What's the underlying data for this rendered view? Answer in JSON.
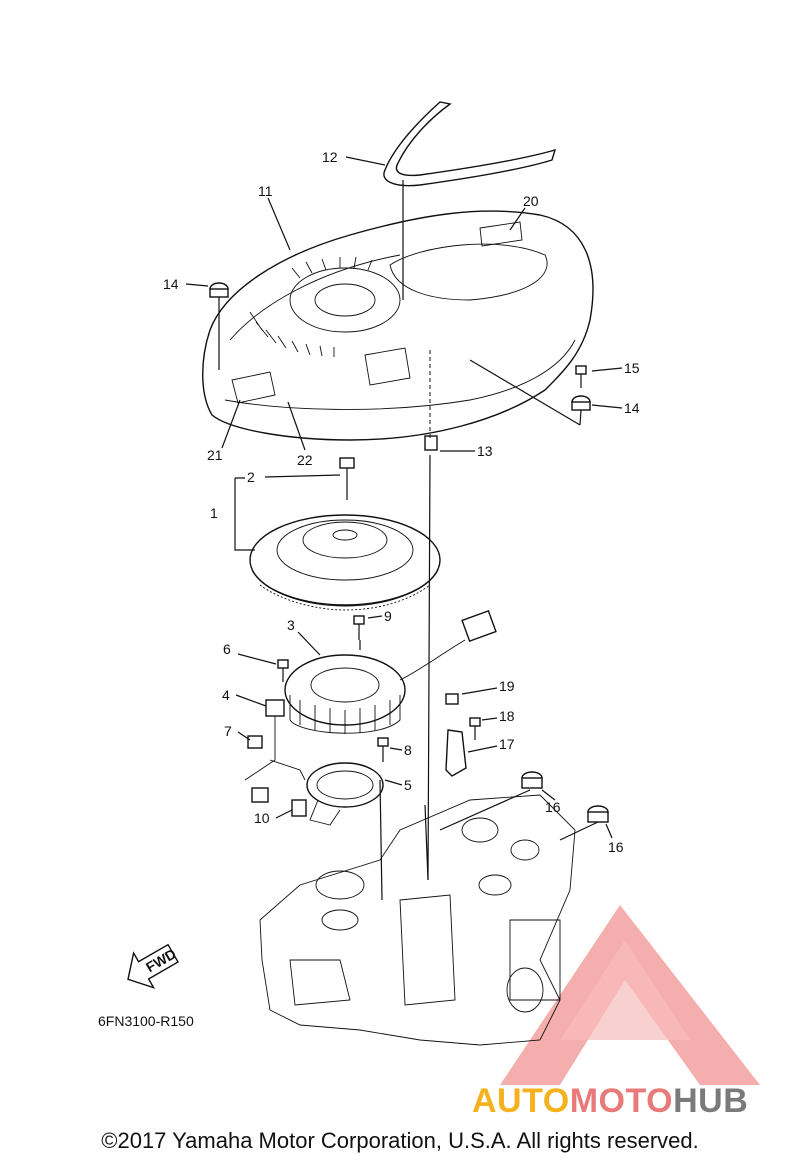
{
  "diagram": {
    "reference_code": "6FN3100-R150",
    "fwd_label": "FWD",
    "callouts": [
      "1",
      "2",
      "3",
      "4",
      "5",
      "6",
      "7",
      "8",
      "9",
      "10",
      "11",
      "12",
      "13",
      "14",
      "14",
      "15",
      "16",
      "16",
      "17",
      "18",
      "19",
      "20",
      "21",
      "22"
    ]
  },
  "watermark": {
    "part1": "AUTO",
    "part2": "MOTO",
    "part3": "HUB"
  },
  "footer": {
    "copyright": "©2017 Yamaha Motor Corporation, U.S.A. All rights reserved."
  },
  "colors": {
    "line": "#111111",
    "watermark_red": "#e97a7a",
    "watermark_orange": "#f5b21f",
    "watermark_grey": "#7a7a7a"
  }
}
